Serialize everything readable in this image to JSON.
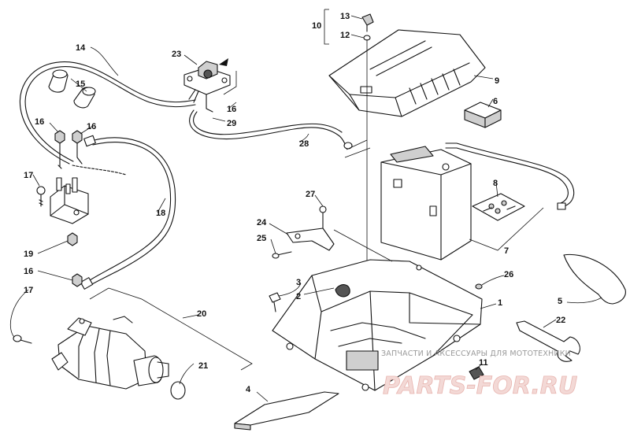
{
  "callouts": {
    "c1": "1",
    "c2": "2",
    "c3": "3",
    "c4": "4",
    "c5": "5",
    "c6": "6",
    "c7": "7",
    "c8": "8",
    "c9": "9",
    "c10": "10",
    "c11": "11",
    "c12": "12",
    "c13": "13",
    "c14": "14",
    "c15": "15",
    "c16a": "16",
    "c16b": "16",
    "c16c": "16",
    "c16d": "16",
    "c17a": "17",
    "c17b": "17",
    "c18": "18",
    "c19": "19",
    "c20": "20",
    "c21": "21",
    "c22": "22",
    "c23": "23",
    "c24": "24",
    "c25": "25",
    "c26": "26",
    "c27": "27",
    "c28": "28",
    "c29": "29"
  },
  "watermark": {
    "text": "ЗАПЧАСТИ И АКСЕССУАРЫ ДЛЯ МОТОТЕХНИКИ",
    "logo": "PARTS-FOR.RU"
  }
}
